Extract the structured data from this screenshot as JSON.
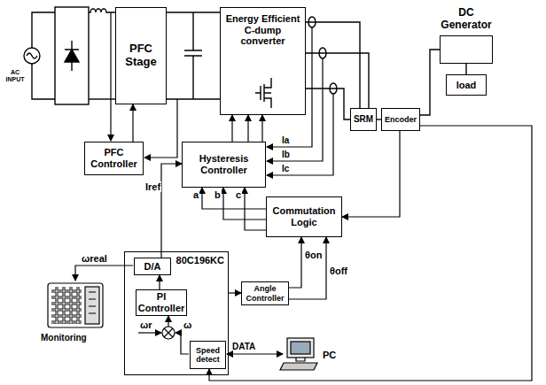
{
  "diagram": {
    "nodes": [
      {
        "text": [
          "PFC Stage"
        ]
      },
      {
        "text": [
          "Energy Efficient C-dump converter"
        ]
      },
      {
        "text": [
          "SRM"
        ]
      },
      {
        "text": [
          "Encoder"
        ]
      },
      {
        "text": [
          "DC Generator"
        ]
      },
      {
        "text": [
          "load"
        ]
      },
      {
        "text": [
          "PFC Controller"
        ]
      },
      {
        "text": [
          "Hysteresis Controller"
        ]
      },
      {
        "text": [
          "Commutation Logic"
        ]
      },
      {
        "text": [
          "80C196KC"
        ]
      },
      {
        "text": [
          "D/A"
        ],
        "in": 9
      },
      {
        "text": [
          "PI Controller"
        ],
        "in": 9
      },
      {
        "text": [
          "Speed detect"
        ],
        "in": 9
      },
      {
        "text": [
          "Angle Controller"
        ]
      }
    ],
    "edges": [
      {
        "from": 0,
        "to": 1,
        "arrow": "none"
      },
      {
        "from": 1,
        "to": 2,
        "arrow": "none"
      },
      {
        "from": 2,
        "to": 3,
        "arrow": "none"
      },
      {
        "from": 3,
        "to": 4,
        "arrow": "none"
      },
      {
        "from": 4,
        "to": 5,
        "arrow": "none"
      },
      {
        "from": 6,
        "to": 0,
        "arrow": "to"
      },
      {
        "from": 7,
        "to": 1,
        "arrow": "to"
      },
      {
        "from": 7,
        "to": 1,
        "arrow": "to"
      },
      {
        "from": 7,
        "to": 1,
        "arrow": "to"
      },
      {
        "from": 8,
        "to": 7,
        "arrow": "to",
        "label": "a"
      },
      {
        "from": 8,
        "to": 7,
        "arrow": "to",
        "label": "b"
      },
      {
        "from": 8,
        "to": 7,
        "arrow": "to",
        "label": "c"
      },
      {
        "from": 3,
        "to": 8,
        "arrow": "to"
      },
      {
        "from": 13,
        "to": 8,
        "arrow": "to",
        "label": "θon"
      },
      {
        "from": 13,
        "to": 8,
        "arrow": "to",
        "label": "θoff"
      },
      {
        "from": 10,
        "to": 7,
        "arrow": "to",
        "label": "Iref"
      },
      {
        "from": 3,
        "to": 12,
        "arrow": "to"
      },
      {
        "from": 11,
        "to": 10,
        "arrow": "to"
      },
      {
        "from": 9,
        "to": 13,
        "arrow": "to"
      }
    ],
    "labels": [
      "AC INPUT",
      "Ia",
      "Ib",
      "Ic",
      "ωreal",
      "ωr",
      "ω",
      "DATA",
      "Monitoring",
      "PC"
    ]
  }
}
